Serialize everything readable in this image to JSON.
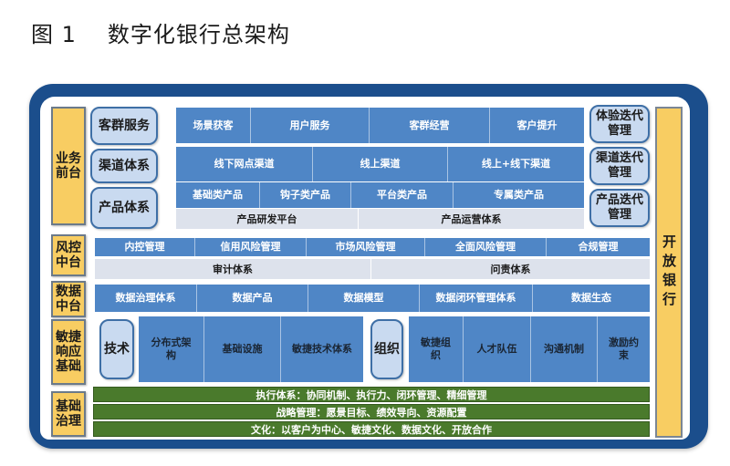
{
  "title": {
    "figure": "图 1",
    "text": "数字化银行总架构"
  },
  "layers": {
    "business": {
      "label": "业务\n前台",
      "rows": [
        {
          "name": "客群服务",
          "items": [
            "场景获客",
            "用户服务",
            "客群经营",
            "客户提升"
          ]
        },
        {
          "name": "渠道体系",
          "items": [
            "线下网点渠道",
            "线上渠道",
            "线上+线下渠道"
          ]
        },
        {
          "name": "产品体系",
          "items": [
            "基础类产品",
            "钩子类产品",
            "平台类产品",
            "专属类产品"
          ],
          "platforms": [
            "产品研发平台",
            "产品运营体系"
          ]
        }
      ],
      "iteration": [
        "体验迭代\n管理",
        "渠道迭代\n管理",
        "产品迭代\n管理"
      ]
    },
    "risk": {
      "label": "风控\n中台",
      "items": [
        "内控管理",
        "信用风险管理",
        "市场风险管理",
        "全面风险管理",
        "合规管理"
      ],
      "systems": [
        "审计体系",
        "问责体系"
      ]
    },
    "data": {
      "label": "数据\n中台",
      "items": [
        "数据治理体系",
        "数据产品",
        "数据模型",
        "数据闭环管理体系",
        "数据生态"
      ]
    },
    "agile": {
      "label": "敏捷\n响应\n基础",
      "tech": {
        "name": "技术",
        "items": [
          "分布式架\n构",
          "基础设施",
          "敏捷技术体系"
        ]
      },
      "org": {
        "name": "组织",
        "items": [
          "敏捷组\n织",
          "人才队伍",
          "沟通机制",
          "激励约\n束"
        ]
      }
    },
    "governance": {
      "label": "基础\n治理",
      "rows": [
        "执行体系：协同机制、执行力、闭环管理、精细管理",
        "战略管理：愿景目标、绩效导向、资源配置",
        "文化：以客户为中心、敏捷文化、数据文化、开放合作"
      ]
    }
  },
  "open_bank": "开放银行",
  "colors": {
    "frame": "#1b4e8c",
    "label_yellow": "#f8cd62",
    "cell_blue": "#4f86c6",
    "pill_light": "#c9daf0",
    "gray_row": "#dde2ec",
    "green_row": "#4a7a2c"
  }
}
